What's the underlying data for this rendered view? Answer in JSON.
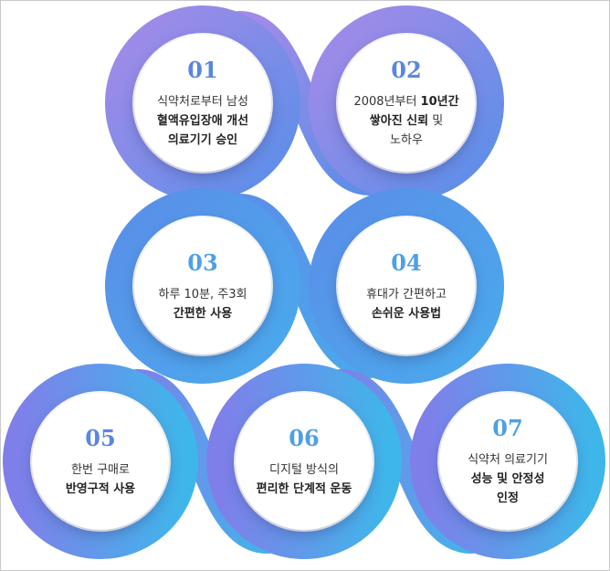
{
  "items": [
    {
      "num": "01",
      "numColor": "#5a86e0",
      "lines": [
        [
          {
            "t": "식약처로부터 남성",
            "b": false
          }
        ],
        [
          {
            "t": "혈액유입장애 개선",
            "b": true
          }
        ],
        [
          {
            "t": "의료기기 승인",
            "b": true
          }
        ]
      ]
    },
    {
      "num": "02",
      "numColor": "#5a86e0",
      "lines": [
        [
          {
            "t": "2008년부터 ",
            "b": false
          },
          {
            "t": "10년간",
            "b": true
          }
        ],
        [
          {
            "t": "쌓아진 신뢰",
            "b": true
          },
          {
            "t": " 및",
            "b": false
          }
        ],
        [
          {
            "t": "노하우",
            "b": false
          }
        ]
      ]
    },
    {
      "num": "03",
      "numColor": "#4ea0e6",
      "lines": [
        [
          {
            "t": "하루 10분, 주3회",
            "b": false
          }
        ],
        [
          {
            "t": "간편한 사용",
            "b": true
          }
        ]
      ]
    },
    {
      "num": "04",
      "numColor": "#4ea0e6",
      "lines": [
        [
          {
            "t": "휴대가 간편하고",
            "b": false
          }
        ],
        [
          {
            "t": "손쉬운 사용법",
            "b": true
          }
        ]
      ]
    },
    {
      "num": "05",
      "numColor": "#5a86e0",
      "lines": [
        [
          {
            "t": "한번 구매로",
            "b": false
          }
        ],
        [
          {
            "t": "반영구적 사용",
            "b": true
          }
        ]
      ]
    },
    {
      "num": "06",
      "numColor": "#4ea0e6",
      "lines": [
        [
          {
            "t": "디지털 방식의",
            "b": false
          }
        ],
        [
          {
            "t": "편리한 단계적 운동",
            "b": true
          }
        ]
      ]
    },
    {
      "num": "07",
      "numColor": "#4ea0e6",
      "lines": [
        [
          {
            "t": "식약처 의료기기",
            "b": false
          }
        ],
        [
          {
            "t": "성능 및 안정성",
            "b": true
          }
        ],
        [
          {
            "t": "인정",
            "b": true
          }
        ]
      ]
    }
  ],
  "colors": {
    "purple": "#a58ae8",
    "violet": "#7f7fe9",
    "blue": "#5a8fe8",
    "sky": "#4aa9ec",
    "cyan": "#3fb6ea"
  }
}
